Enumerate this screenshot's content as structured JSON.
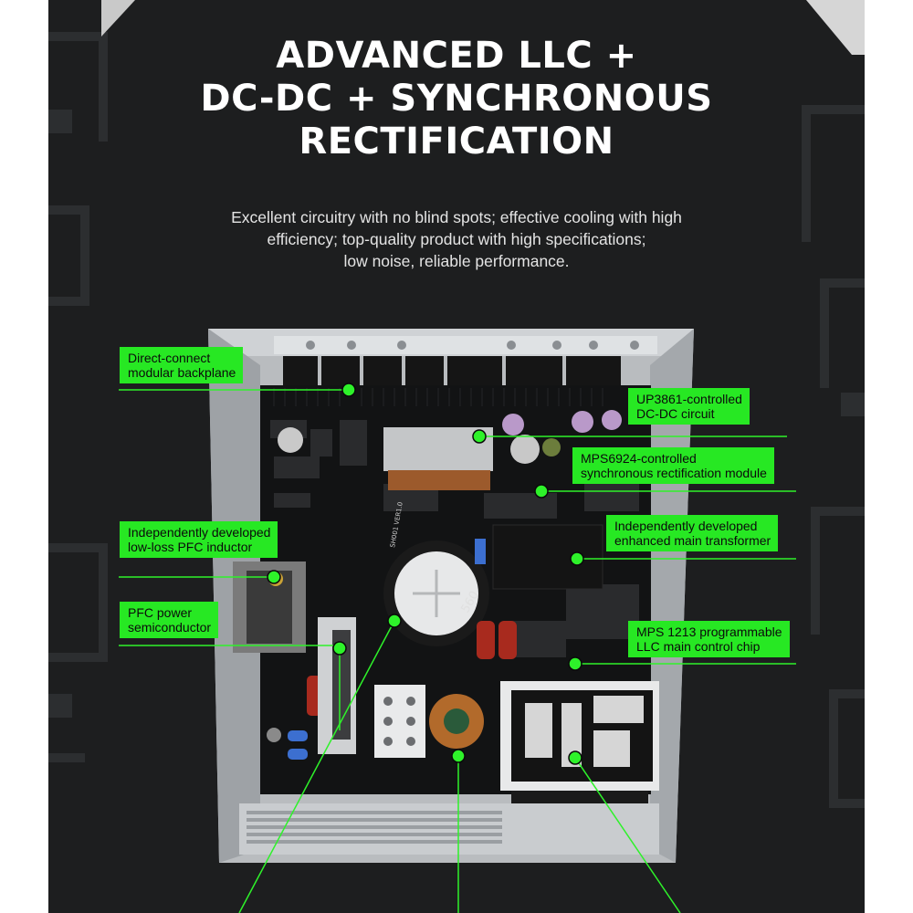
{
  "heading": {
    "lines": [
      "ADVANCED LLC +",
      "DC-DC + SYNCHRONOUS",
      "RECTIFICATION"
    ]
  },
  "description": {
    "lines": [
      "Excellent circuitry with no blind spots; effective cooling with high",
      "efficiency; top-quality product with high specifications;",
      "low noise, reliable performance."
    ]
  },
  "callouts": [
    {
      "id": "backplane",
      "lines": [
        "Direct-connect",
        "modular backplane"
      ]
    },
    {
      "id": "dcdc",
      "lines": [
        "UP3861-controlled",
        "DC-DC circuit"
      ]
    },
    {
      "id": "sync",
      "lines": [
        "MPS6924-controlled",
        "synchronous rectification module"
      ]
    },
    {
      "id": "pfc-inductor",
      "lines": [
        "Independently developed",
        "low-loss PFC inductor"
      ]
    },
    {
      "id": "transformer",
      "lines": [
        "Independently developed",
        "enhanced main transformer"
      ]
    },
    {
      "id": "pfc-semi",
      "lines": [
        "PFC power",
        "semiconductor"
      ]
    },
    {
      "id": "llc-chip",
      "lines": [
        "MPS 1213 programmable",
        "LLC main control chip"
      ]
    }
  ],
  "board_markings": {
    "capacitor_text": "560",
    "silk_text": "SH001 VER1.0"
  },
  "colors": {
    "background": "#1d1e1f",
    "accent_green": "#27e823",
    "heading_text": "#ffffff",
    "body_text": "#e4e4e4"
  }
}
